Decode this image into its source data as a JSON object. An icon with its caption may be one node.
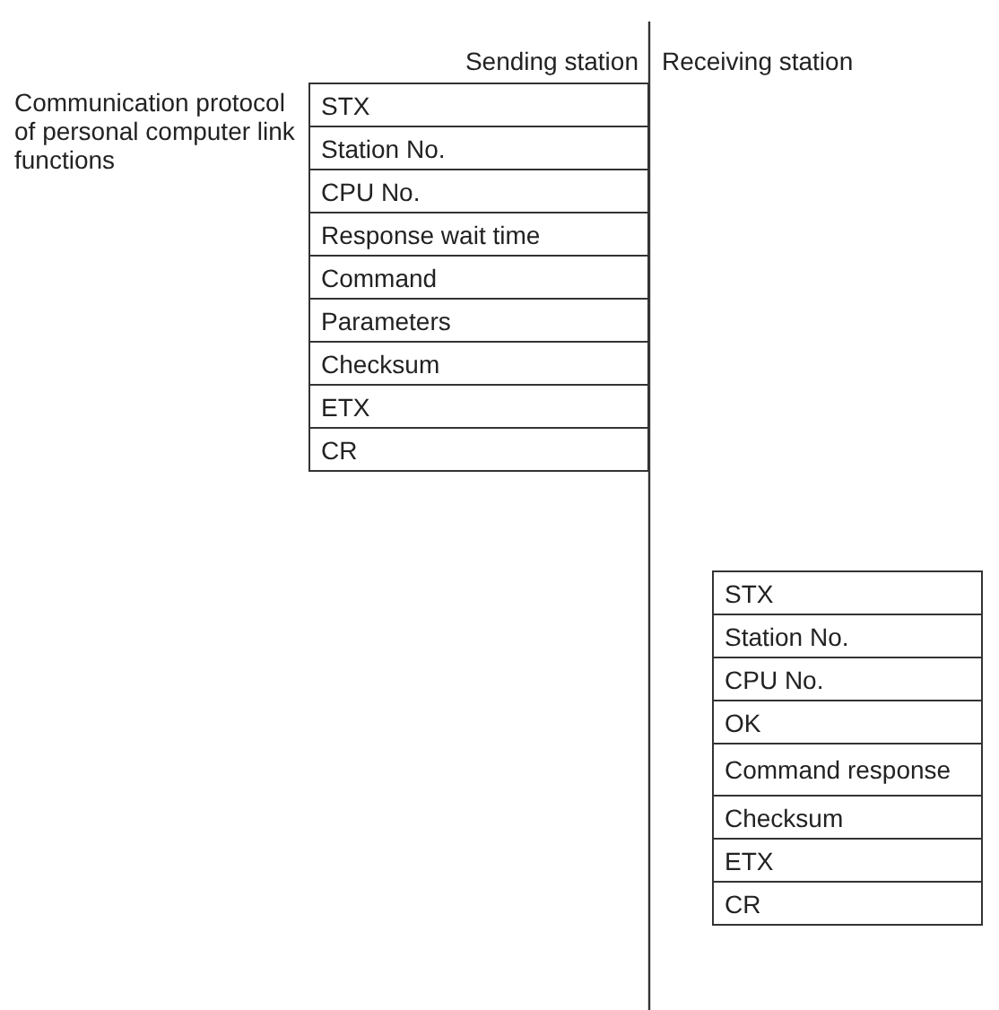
{
  "diagram": {
    "nodes": [
      {
        "text": [
          "STX"
        ]
      },
      {
        "text": [
          "Station No."
        ]
      },
      {
        "text": [
          "CPU No."
        ]
      },
      {
        "text": [
          "Response wait time"
        ]
      },
      {
        "text": [
          "Command"
        ]
      },
      {
        "text": [
          "Parameters"
        ]
      },
      {
        "text": [
          "Checksum"
        ]
      },
      {
        "text": [
          "ETX"
        ]
      },
      {
        "text": [
          "CR"
        ]
      },
      {
        "text": [
          "STX"
        ]
      },
      {
        "text": [
          "Station No."
        ]
      },
      {
        "text": [
          "CPU No."
        ]
      },
      {
        "text": [
          "OK"
        ]
      },
      {
        "text": [
          "Command response"
        ]
      },
      {
        "text": [
          "Checksum"
        ]
      },
      {
        "text": [
          "ETX"
        ]
      },
      {
        "text": [
          "CR"
        ]
      }
    ],
    "labels": [
      "Sending station",
      "Receiving station",
      "Communication protocol of personal computer link functions"
    ]
  }
}
